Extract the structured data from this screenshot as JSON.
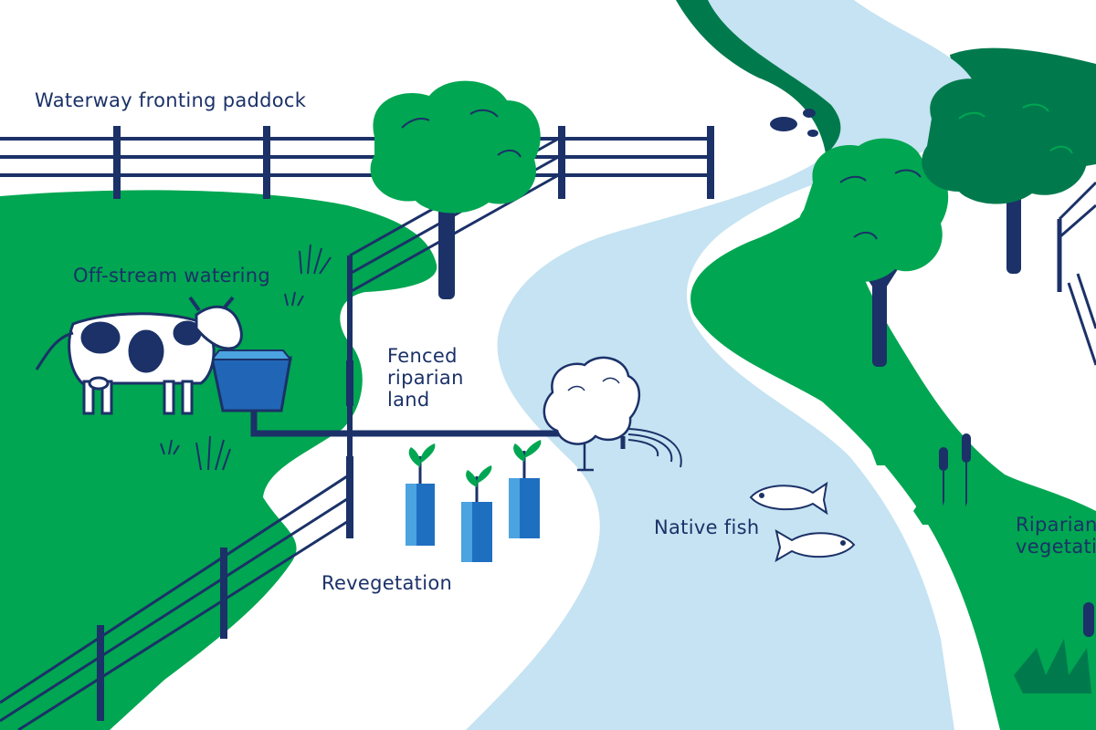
{
  "labels": {
    "paddock": "Waterway fronting paddock",
    "watering": "Off-stream watering",
    "fenced_line1": "Fenced",
    "fenced_line2": "riparian",
    "fenced_line3": "land",
    "revegetation": "Revegetation",
    "fish": "Native fish",
    "riparian_line1": "Riparian",
    "riparian_line2": "vegetation"
  },
  "colors": {
    "navy": "#1b3168",
    "green": "#00a651",
    "dark_green": "#007a4d",
    "river": "#c5e3f2",
    "trough_blue": "#2166b6",
    "tube_blue": "#1f6fc1",
    "tube_light": "#4ba3e0",
    "background": "#ffffff"
  },
  "icons": [
    "cow-icon",
    "water-trough-icon",
    "tree-icon",
    "fish-icon",
    "seedling-tube-icon",
    "reed-icon",
    "grass-tuft-icon",
    "rock-icon"
  ]
}
